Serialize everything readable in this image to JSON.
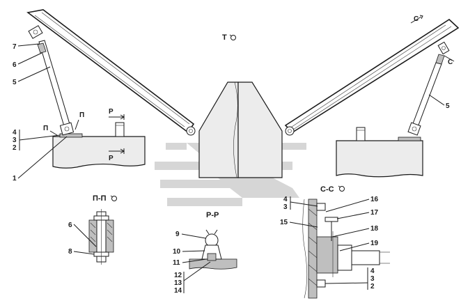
{
  "views": {
    "main": {
      "title": "Т"
    },
    "section_pp": {
      "title": "П-П"
    },
    "section_rr": {
      "title": "Р-Р"
    },
    "section_ss": {
      "title": "С-С"
    }
  },
  "cut_marks": {
    "c_top": "С",
    "c_right": "С",
    "p_left": "П",
    "p_right": "П",
    "r_upper": "Р",
    "r_lower": "Р"
  },
  "callouts": {
    "n7": "7",
    "n6_left": "6",
    "n5_left": "5",
    "n4_left": "4",
    "n3_left": "3",
    "n2_left": "2",
    "n1": "1",
    "n5_right": "5",
    "n6_pp": "6",
    "n8": "8",
    "n9": "9",
    "n10": "10",
    "n11": "11",
    "n12": "12",
    "n13": "13",
    "n14": "14",
    "n4_ss_top": "4",
    "n3_ss_top": "3",
    "n16": "16",
    "n17": "17",
    "n15": "15",
    "n18": "18",
    "n19": "19",
    "n4_ss_bot": "4",
    "n3_ss_bot": "3",
    "n2_ss_bot": "2"
  },
  "icons": [
    "view-rotation-icon",
    "watermark-logo"
  ]
}
